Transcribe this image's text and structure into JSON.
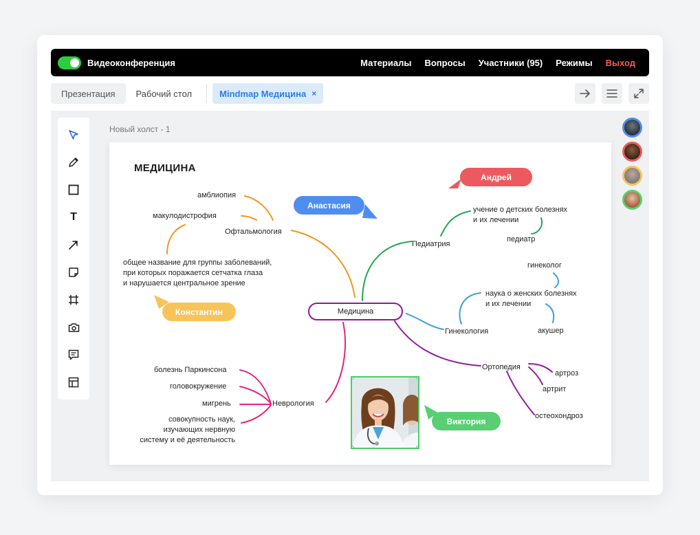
{
  "header": {
    "title": "Видеоконференция",
    "nav": [
      "Материалы",
      "Вопросы",
      "Участники (95)",
      "Режимы",
      "Выход"
    ]
  },
  "tabs": {
    "presentation": "Презентация",
    "desktop": "Рабочий стол",
    "active": "Mindmap Медицина",
    "close_symbol": "×"
  },
  "canvas": {
    "label": "Новый холст - 1",
    "title": "МЕДИЦИНА"
  },
  "mindmap": {
    "center": "Медицина",
    "ophthalmology": "Офтальмология",
    "amblyopia": "амблиопия",
    "macular": "макулодистрофия",
    "retina_desc": [
      "общее название для группы заболеваний,",
      "при которых поражается сетчатка глаза",
      "и нарушается центральное зрение"
    ],
    "pediatrics": "Педиатрия",
    "pediatrics_desc": [
      "учение о детских болезнях",
      "и их лечении"
    ],
    "pediatrician": "педиатр",
    "gynecology": "Гинекология",
    "gynecologist": "гинеколог",
    "gynecology_desc": [
      "наука о женских болезнях",
      "и их лечении"
    ],
    "obstetrician": "акушер",
    "orthopedics": "Ортопедия",
    "arthrosis": "артроз",
    "arthritis": "артрит",
    "osteochondrosis": "остеохондроз",
    "neurology": "Неврология",
    "parkinson": "болезнь Паркинсона",
    "dizziness": "головокружение",
    "migraine": "мигрень",
    "neuro_desc": [
      "совокупность наук,",
      "изучающих нервную",
      "систему и её деятельность"
    ]
  },
  "cursors": {
    "anastasia": {
      "name": "Анастасия",
      "color": "#4f8ef0"
    },
    "andrey": {
      "name": "Андрей",
      "color": "#ec5a5f"
    },
    "konstantin": {
      "name": "Константин",
      "color": "#f7c45c"
    },
    "victoria": {
      "name": "Виктория",
      "color": "#58cf72"
    }
  },
  "colors": {
    "ophthalmology": "#f2941f",
    "pediatrics": "#1fa84e",
    "gynecology": "#3c9de0",
    "orthopedics": "#8e1a9b",
    "neurology": "#e0267a"
  },
  "toolbar_icons": [
    "pointer-icon",
    "pencil-icon",
    "rectangle-icon",
    "text-icon",
    "arrow-icon",
    "sticky-note-icon",
    "frame-icon",
    "camera-icon",
    "comment-icon",
    "layout-icon"
  ],
  "toolbar_text_glyph": "T"
}
